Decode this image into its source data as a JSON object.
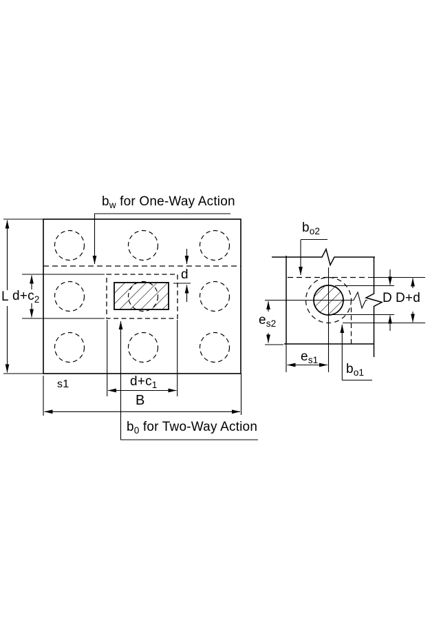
{
  "figure": {
    "colors": {
      "line": "#000000",
      "background": "#ffffff"
    },
    "left_diagram": {
      "bw": {
        "base": "b",
        "sub": "w",
        "rest": " for One-Way Action"
      },
      "b0": {
        "base": "b",
        "sub": "0",
        "rest": " for Two-Way Action"
      },
      "L": "L",
      "dc2": {
        "base": "d+c",
        "sub": "2"
      },
      "d": "d",
      "s1": "s1",
      "dc1": {
        "base": "d+c",
        "sub": "1"
      },
      "B": "B"
    },
    "right_diagram": {
      "bo2": {
        "base": "b",
        "sub": "o2"
      },
      "bo1": {
        "base": "b",
        "sub": "o1"
      },
      "es2": {
        "base": "e",
        "sub": "s2"
      },
      "es1": {
        "base": "e",
        "sub": "s1"
      },
      "D": "D",
      "Dd": "D+d"
    }
  }
}
